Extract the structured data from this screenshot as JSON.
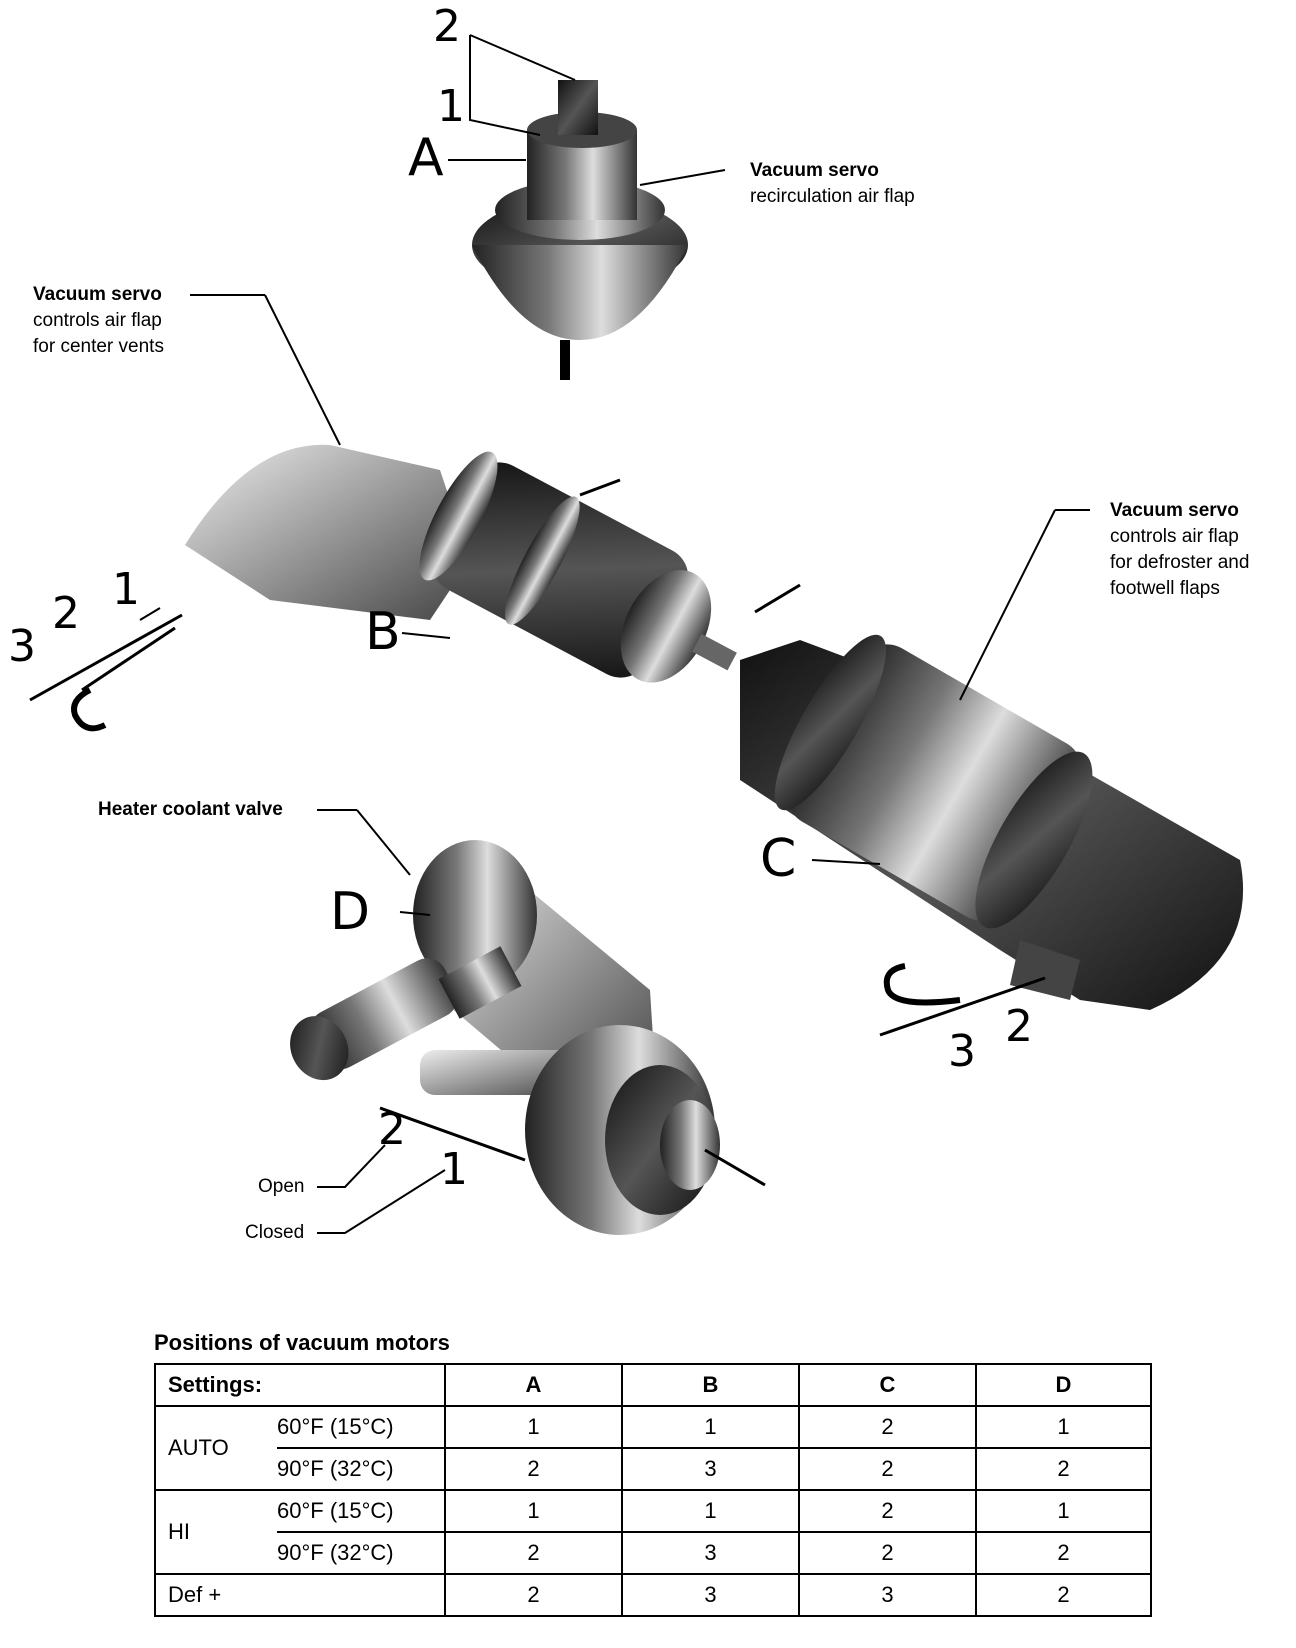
{
  "labels": {
    "servo_a_title": "Vacuum servo",
    "servo_a_desc": "recirculation air flap",
    "servo_b_title": "Vacuum servo",
    "servo_b_desc1": "controls air flap",
    "servo_b_desc2": "for center vents",
    "servo_c_title": "Vacuum servo",
    "servo_c_desc1": "controls air flap",
    "servo_c_desc2": "for defroster and",
    "servo_c_desc3": "footwell flaps",
    "valve_title": "Heater coolant valve",
    "open": "Open",
    "closed": "Closed"
  },
  "callouts": {
    "A": "A",
    "B": "B",
    "C": "C",
    "D": "D",
    "a1": "1",
    "a2": "2",
    "b1": "1",
    "b2": "2",
    "b3": "3",
    "c2": "2",
    "c3": "3",
    "d1": "1",
    "d2": "2"
  },
  "table": {
    "title": "Positions of vacuum motors",
    "header": {
      "settings": "Settings:",
      "a": "A",
      "b": "B",
      "c": "C",
      "d": "D"
    },
    "rows": [
      {
        "group": "AUTO",
        "temp": "60°F (15°C)",
        "a": "1",
        "b": "1",
        "c": "2",
        "d": "1"
      },
      {
        "group": "",
        "temp": "90°F (32°C)",
        "a": "2",
        "b": "3",
        "c": "2",
        "d": "2"
      },
      {
        "group": "HI",
        "temp": "60°F (15°C)",
        "a": "1",
        "b": "1",
        "c": "2",
        "d": "1"
      },
      {
        "group": "",
        "temp": "90°F (32°C)",
        "a": "2",
        "b": "3",
        "c": "2",
        "d": "2"
      },
      {
        "group": "Def +",
        "temp": "",
        "a": "2",
        "b": "3",
        "c": "3",
        "d": "2"
      }
    ]
  }
}
